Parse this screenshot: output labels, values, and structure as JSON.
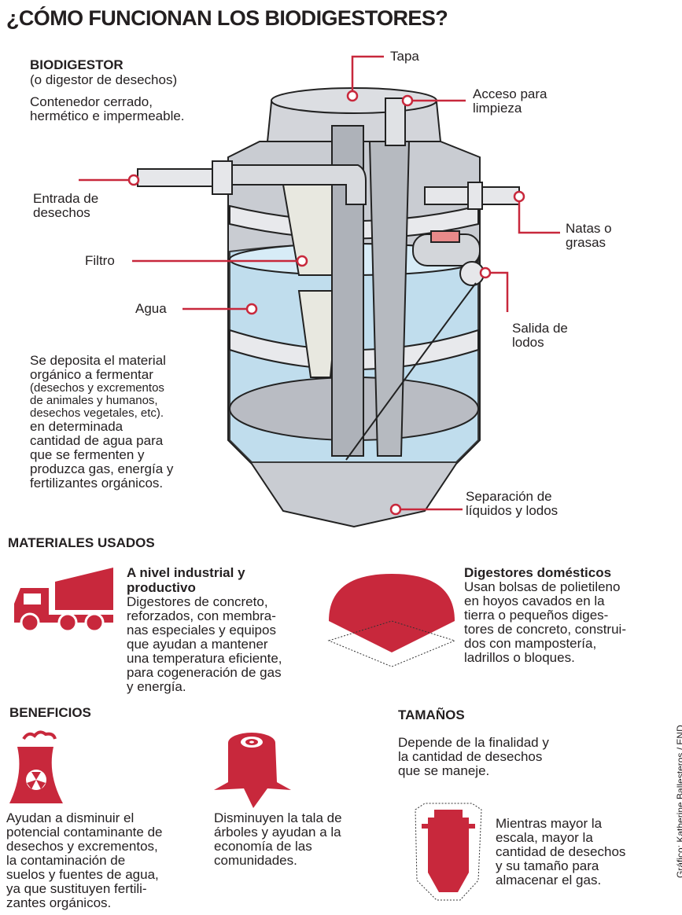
{
  "title": "¿CÓMO FUNCIONAN LOS BIODIGESTORES?",
  "intro": {
    "heading": "BIODIGESTOR",
    "subheading": "(o digestor de desechos)",
    "description_lines": [
      "Contenedor cerrado,",
      "hermético e impermeable."
    ]
  },
  "diagram_labels": {
    "tapa": "Tapa",
    "acceso": [
      "Acceso para",
      "limpieza"
    ],
    "entrada": [
      "Entrada de",
      "desechos"
    ],
    "natas": [
      "Natas o",
      "grasas"
    ],
    "filtro": "Filtro",
    "agua": "Agua",
    "salida": [
      "Salida de",
      "lodos"
    ],
    "separacion": [
      "Separación de",
      "líquidos y lodos"
    ]
  },
  "process": {
    "lines_large_1": [
      "Se deposita el material",
      "orgánico a fermentar"
    ],
    "lines_small": [
      "(desechos y excrementos",
      "de animales y humanos,",
      "desechos vegetales, etc)."
    ],
    "lines_large_2": [
      "en determinada",
      "cantidad de agua para",
      "que se fermenten y",
      "produzca gas, energía y",
      "fertilizantes orgánicos."
    ]
  },
  "materiales": {
    "heading": "MATERIALES USADOS",
    "industrial": {
      "title": [
        "A nivel industrial y",
        "productivo"
      ],
      "lines": [
        "Digestores de concreto,",
        "reforzados, con membra-",
        "nas especiales y equipos",
        "que ayudan a mantener",
        "una temperatura eficiente,",
        "para cogeneración de gas",
        "y energía."
      ]
    },
    "domestico": {
      "title": "Digestores domésticos",
      "lines": [
        "Usan bolsas de polietileno",
        "en hoyos cavados en la",
        "tierra o pequeños diges-",
        "tores de concreto, construi-",
        "dos con mampostería,",
        "ladrillos o bloques."
      ]
    }
  },
  "beneficios": {
    "heading": "BENEFICIOS",
    "item1": [
      "Ayudan a disminuir el",
      "potencial contaminante de",
      "desechos y excrementos,",
      "la contaminación de",
      "suelos y fuentes de agua,",
      "ya que sustituyen fertili-",
      "zantes orgánicos."
    ],
    "item2": [
      "Disminuyen la tala de",
      "árboles y ayudan a la",
      "economía de las",
      "comunidades."
    ]
  },
  "tamanos": {
    "heading": "TAMAÑOS",
    "intro": [
      "Depende de la finalidad y",
      "la cantidad de desechos",
      "que se maneje."
    ],
    "detail": [
      "Mientras mayor la",
      "escala, mayor la",
      "cantidad de desechos",
      "y su tamaño para",
      "almacenar el gas."
    ]
  },
  "credit": "Gráfico: Katherine Ballesteros / END",
  "colors": {
    "accent": "#c8283c",
    "water": "#bfe0f2",
    "tank": "#c9ccd2"
  }
}
